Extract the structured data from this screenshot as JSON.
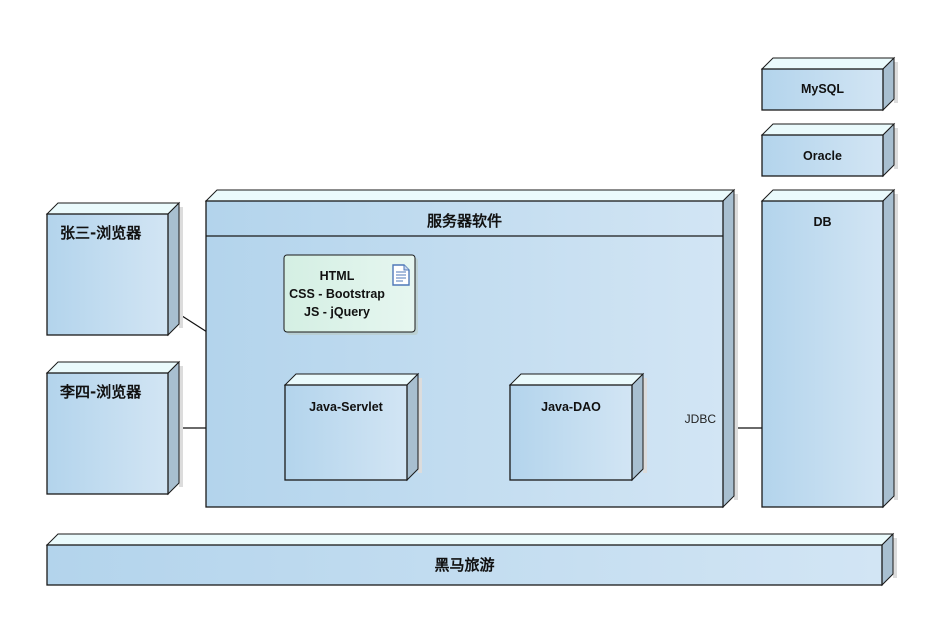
{
  "diagram": {
    "type": "UML deployment diagram",
    "nodes": {
      "browser_zhangsan": {
        "label": "张三-浏览器"
      },
      "browser_lisi": {
        "label": "李四-浏览器"
      },
      "server": {
        "label": "服务器软件"
      },
      "servlet": {
        "label": "Java-Servlet"
      },
      "dao": {
        "label": "Java-DAO"
      },
      "mysql": {
        "label": "MySQL"
      },
      "oracle": {
        "label": "Oracle"
      },
      "db": {
        "label": "DB"
      },
      "platform": {
        "label": "黑马旅游"
      }
    },
    "artifact": {
      "lines": [
        "HTML",
        "CSS - Bootstrap",
        "JS - jQuery"
      ],
      "icon": "document-icon"
    },
    "connections": [
      {
        "from": "张三-浏览器",
        "to": "Java-Servlet",
        "label": ""
      },
      {
        "from": "李四-浏览器",
        "to": "Java-Servlet",
        "label": ""
      },
      {
        "from": "artifact",
        "to": "Java-Servlet",
        "label": ""
      },
      {
        "from": "Java-Servlet",
        "to": "Java-DAO",
        "label": ""
      },
      {
        "from": "Java-DAO",
        "to": "DB",
        "label": "JDBC"
      }
    ],
    "colors": {
      "node_fill_left": "#b3d4ec",
      "node_fill_right": "#d2e5f4",
      "node_top": "#eafafc",
      "node_side": "#a8bfd0",
      "artifact_fill": "#d9f2e8",
      "border": "#1a1a1a"
    }
  }
}
